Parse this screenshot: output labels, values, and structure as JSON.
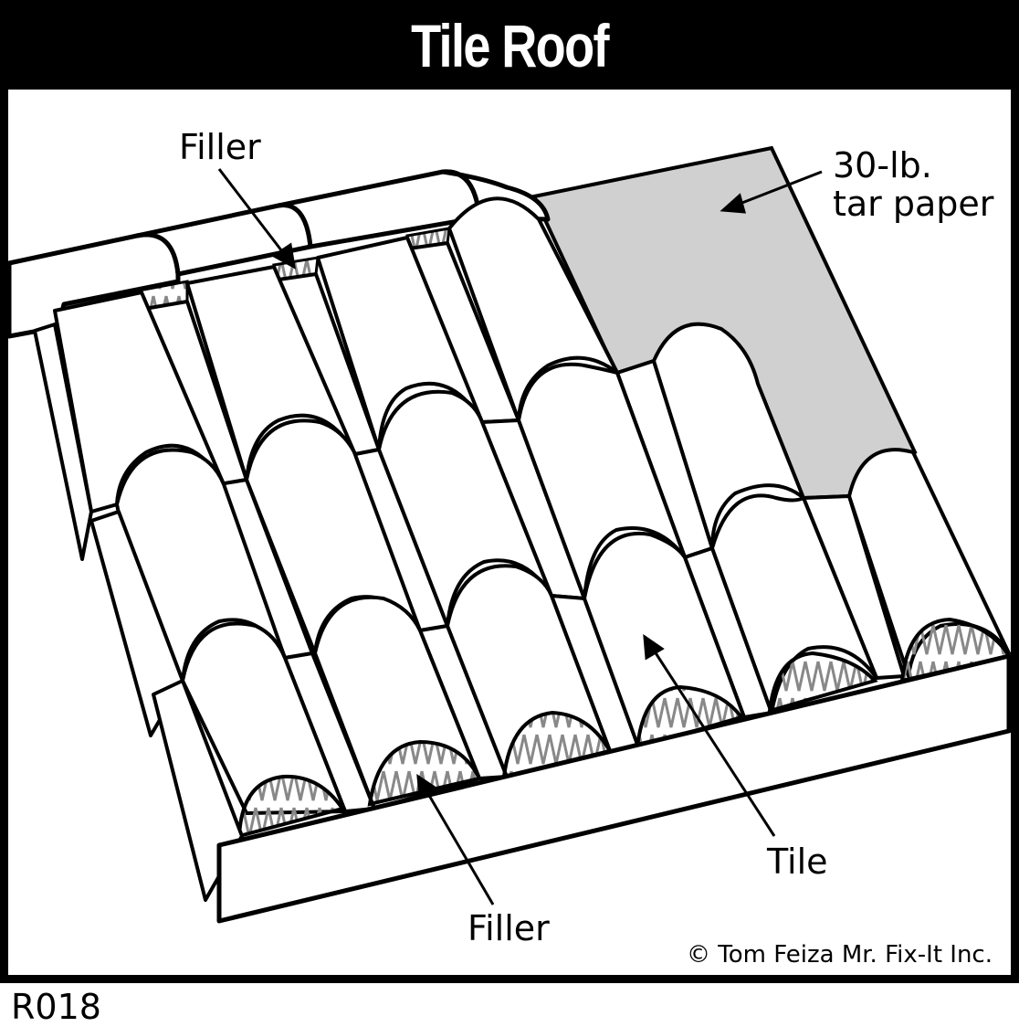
{
  "title": "Tile Roof",
  "labels": {
    "filler_top": "Filler",
    "tar_paper_line1": "30-lb.",
    "tar_paper_line2": "tar paper",
    "tile": "Tile",
    "filler_bottom": "Filler"
  },
  "copyright": "© Tom Feiza Mr. Fix-It Inc.",
  "code": "R018",
  "colors": {
    "ink": "#000000",
    "tar_paper": "#d0d0d0",
    "filler": "#cfcfcf",
    "spring": "#888888",
    "tile": "#ffffff"
  }
}
